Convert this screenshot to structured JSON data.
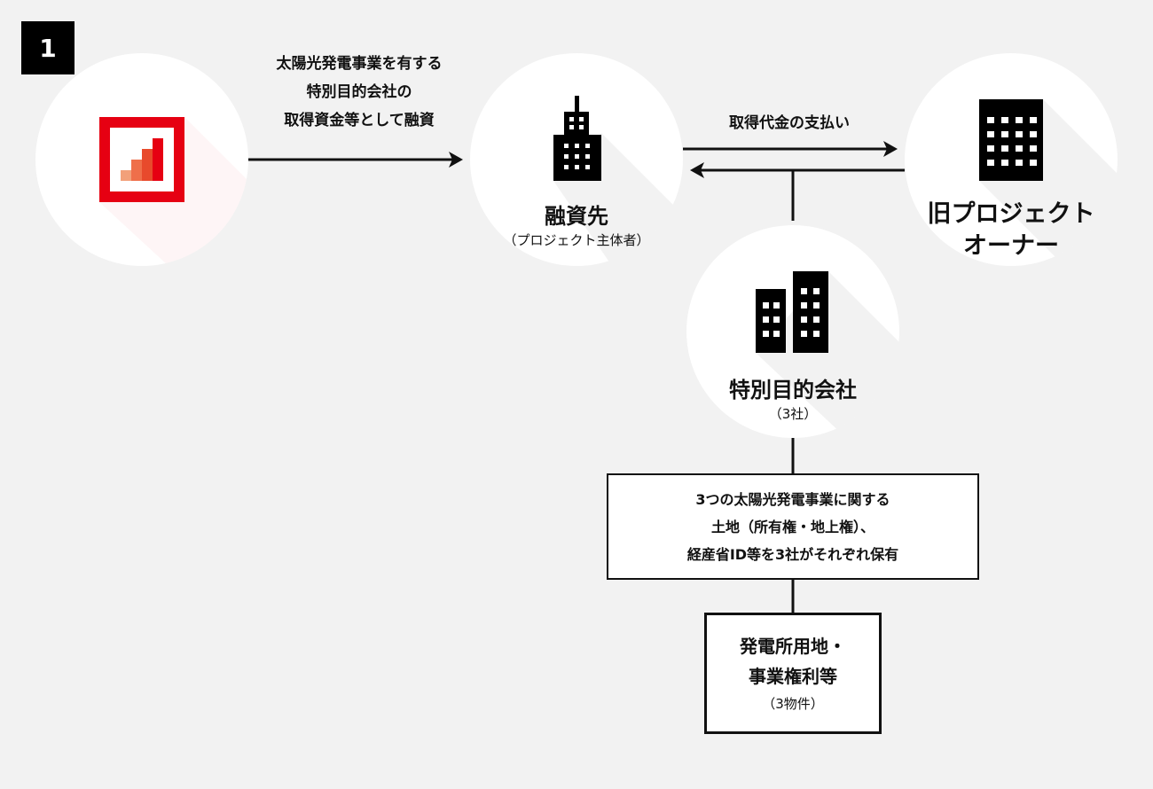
{
  "step_number": "1",
  "lender_arrow_label": [
    "太陽光発電事業を有する",
    "特別目的会社の",
    "取得資金等として融資"
  ],
  "payment_arrow_label": "取得代金の支払い",
  "borrower": {
    "title": "融資先",
    "subtitle": "（プロジェクト主体者）"
  },
  "former_owner": {
    "title_line1": "旧プロジェクト",
    "title_line2": "オーナー"
  },
  "spv": {
    "title": "特別目的会社",
    "subtitle": "（3社）"
  },
  "holdings_box": [
    "3つの太陽光発電事業に関する",
    "土地（所有権・地上権）、",
    "経産省ID等を3社がそれぞれ保有"
  ],
  "assets_box": {
    "line1": "発電所用地・",
    "line2": "事業権利等",
    "sub": "（3物件）"
  },
  "colors": {
    "brand_red": "#e60012",
    "background": "#f2f2f2"
  }
}
